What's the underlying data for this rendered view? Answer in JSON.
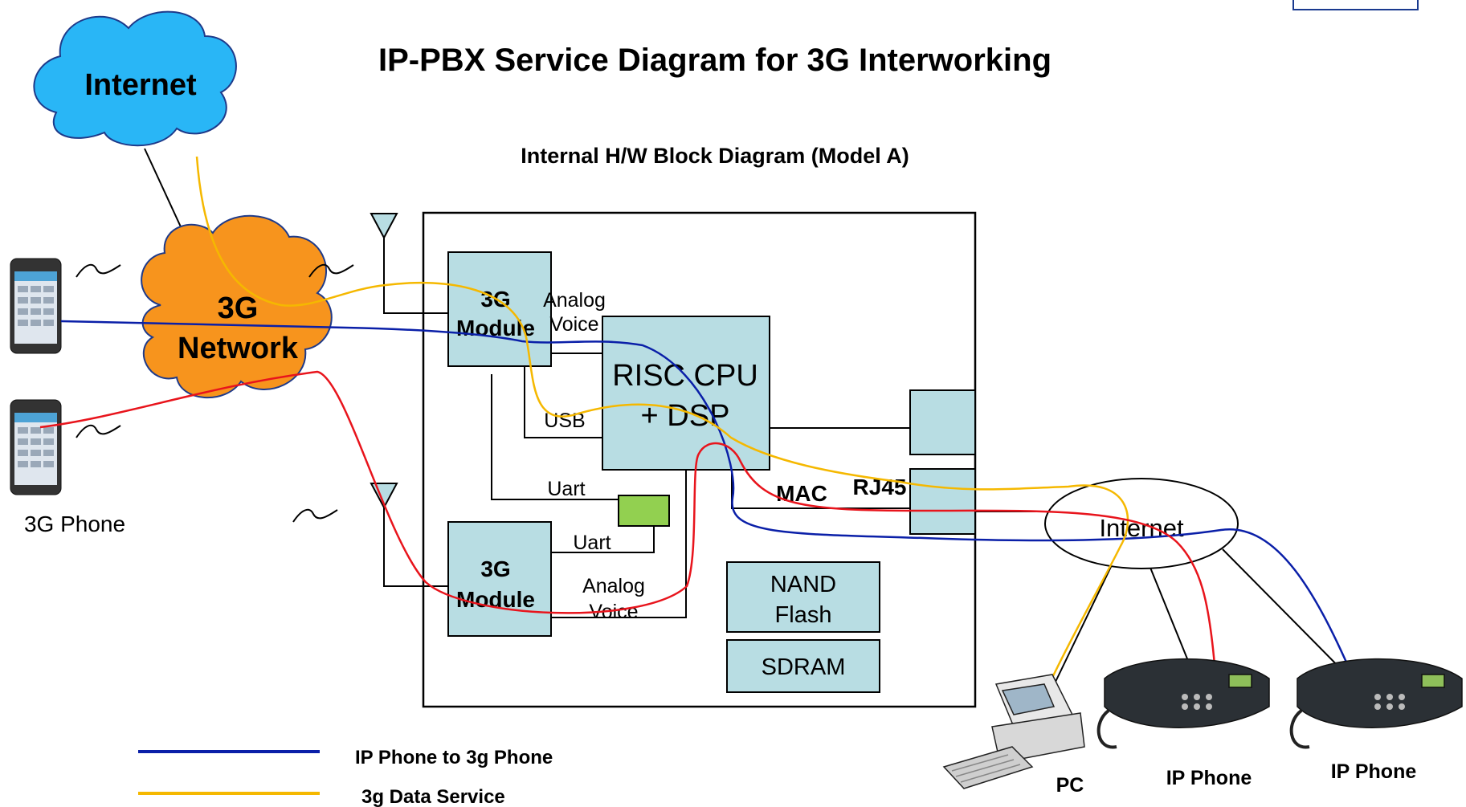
{
  "title": "IP-PBX Service Diagram for 3G Interworking",
  "subtitle": "Internal H/W Block Diagram (Model A)",
  "internet_cloud": "Internet",
  "network_cloud": {
    "line1": "3G",
    "line2": "Network"
  },
  "module_top": {
    "line1": "3G",
    "line2": "Module"
  },
  "module_bottom": {
    "line1": "3G",
    "line2": "Module"
  },
  "cpu": {
    "line1": "RISC CPU",
    "line2": "+ DSP"
  },
  "nand": {
    "line1": "NAND",
    "line2": "Flash"
  },
  "sdram": "SDRAM",
  "labels": {
    "analog_voice_top": {
      "line1": "Analog",
      "line2": "Voice"
    },
    "analog_voice_bottom": {
      "line1": "Analog",
      "line2": "Voice"
    },
    "usb": "USB",
    "uart_left": "Uart",
    "uart_right": "Uart",
    "mac": "MAC",
    "rj45": "RJ45"
  },
  "internet_ellipse": "Internet",
  "phone_3g": "3G Phone",
  "devices": {
    "pc": "PC",
    "ip_phone_1": "IP Phone",
    "ip_phone_2": "IP Phone"
  },
  "legend": [
    {
      "label": "IP Phone to 3g Phone",
      "color": "#0a1fa8"
    },
    {
      "label": "3g Data Service",
      "color": "#f5b800"
    }
  ],
  "colors": {
    "internet_cloud": "#29b6f6",
    "network_cloud": "#f7941d",
    "block": "#b8dde3",
    "uart_chip": "#92d050",
    "path_blue": "#0a1fa8",
    "path_yellow": "#f5b800",
    "path_red": "#e8141c"
  }
}
